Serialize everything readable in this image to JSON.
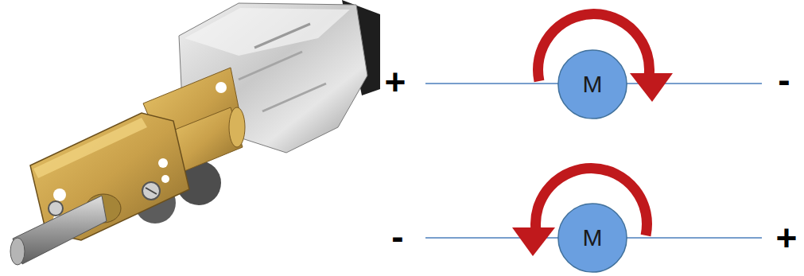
{
  "diagram": {
    "nodes": [
      {
        "text": [
          "M"
        ]
      },
      {
        "text": [
          "M"
        ]
      }
    ],
    "labels": [
      "+",
      "-",
      "-",
      "+"
    ]
  }
}
